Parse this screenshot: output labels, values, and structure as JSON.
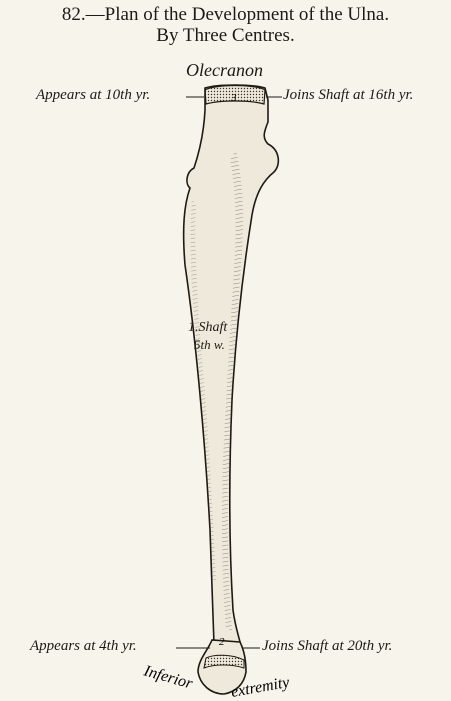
{
  "title": {
    "line1": "82.—Plan of the Development of the Ulna.",
    "line2": "By Three Centres."
  },
  "olecranon": {
    "name": "Olecranon",
    "appears": "Appears at 10th yr.",
    "joins": "Joins Shaft at 16th yr.",
    "centre_number": "3"
  },
  "shaft": {
    "name": "1.Shaft",
    "appears": "5th w."
  },
  "inferior": {
    "appears": "Appears at 4th yr.",
    "joins": "Joins Shaft at 20th yr.",
    "centre_number": "2",
    "name_word1": "Inferior",
    "name_word2": "extremity"
  }
}
